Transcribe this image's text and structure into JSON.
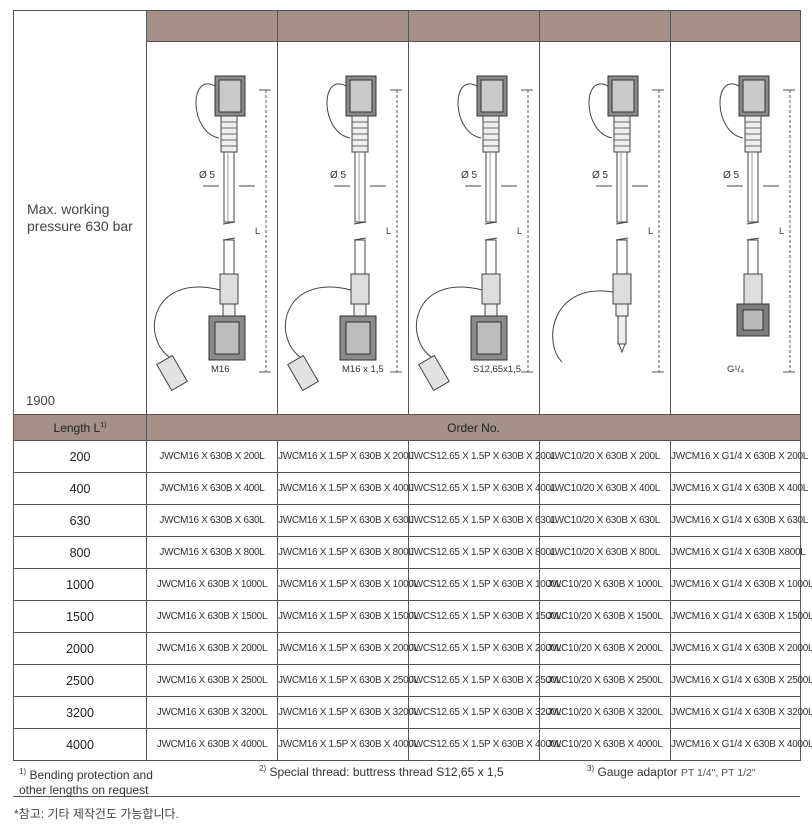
{
  "header": {
    "pressure_line1": "Max. working",
    "pressure_line2": "pressure  630 bar",
    "year": "1900"
  },
  "drawings": [
    {
      "dia": "Ø 5",
      "length": "L",
      "thread": "M16"
    },
    {
      "dia": "Ø 5",
      "length": "L",
      "thread": "M16 x 1,5"
    },
    {
      "dia": "Ø 5",
      "length": "L",
      "thread": "S12,65x1,5"
    },
    {
      "dia": "Ø 5",
      "length": "L",
      "thread": ""
    },
    {
      "dia": "Ø 5",
      "length": "L",
      "thread": "G¹/₄"
    }
  ],
  "table": {
    "col_length": "Length L",
    "col_length_sup": "1)",
    "col_order": "Order No.",
    "rows": [
      {
        "len": "200",
        "orders": [
          "JWCM16 X 630B X 200L",
          "JWCM16 X 1.5P X 630B X 200L",
          "JWCS12.65 X 1.5P X 630B X 200L",
          "JWC10/20 X 630B X 200L",
          "JWCM16 X G1/4 X 630B X 200L"
        ]
      },
      {
        "len": "400",
        "orders": [
          "JWCM16 X 630B X 400L",
          "JWCM16 X 1.5P X 630B X 400L",
          "JWCS12.65 X 1.5P X 630B X 400L",
          "JWC10/20 X 630B X 400L",
          "JWCM16 X G1/4 X 630B X 400L"
        ]
      },
      {
        "len": "630",
        "orders": [
          "JWCM16 X 630B X 630L",
          "JWCM16 X 1.5P X 630B X 630L",
          "JWCS12.65 X 1.5P X 630B X 630L",
          "JWC10/20 X 630B X 630L",
          "JWCM16 X G1/4 X 630B X 630L"
        ]
      },
      {
        "len": "800",
        "orders": [
          "JWCM16 X 630B X 800L",
          "JWCM16 X 1.5P X 630B X 800L",
          "JWCS12.65 X 1.5P X 630B X 800L",
          "JWC10/20 X 630B X 800L",
          "JWCM16 X G1/4 X 630B X800L"
        ]
      },
      {
        "len": "1000",
        "orders": [
          "JWCM16 X 630B X 1000L",
          "JWCM16 X 1.5P X 630B X 1000L",
          "JWCS12.65 X 1.5P X 630B X 1000L",
          "JWC10/20 X 630B X 1000L",
          "JWCM16 X G1/4 X 630B X 1000L"
        ]
      },
      {
        "len": "1500",
        "orders": [
          "JWCM16 X 630B X 1500L",
          "JWCM16 X 1.5P X 630B X 1500L",
          "JWCS12.65 X 1.5P X 630B X 1500L",
          "JWC10/20 X 630B X 1500L",
          "JWCM16 X G1/4 X 630B X 1500L"
        ]
      },
      {
        "len": "2000",
        "orders": [
          "JWCM16 X 630B X 2000L",
          "JWCM16 X 1.5P X 630B X 2000L",
          "JWCS12.65 X 1.5P X 630B X 2000L",
          "JWC10/20 X 630B X 2000L",
          "JWCM16 X G1/4 X 630B X 2000L"
        ]
      },
      {
        "len": "2500",
        "orders": [
          "JWCM16 X 630B X 2500L",
          "JWCM16 X 1.5P X 630B X 2500L",
          "JWCS12.65 X 1.5P X 630B X 2500L",
          "JWC10/20 X 630B X 2500L",
          "JWCM16 X G1/4 X 630B X 2500L"
        ]
      },
      {
        "len": "3200",
        "orders": [
          "JWCM16 X 630B X 3200L",
          "JWCM16 X 1.5P X 630B X 3200L",
          "JWCS12.65 X 1.5P X 630B X 3200L",
          "JWC10/20 X 630B X 3200L",
          "JWCM16 X G1/4 X 630B X 3200L"
        ]
      },
      {
        "len": "4000",
        "orders": [
          "JWCM16 X 630B X 4000L",
          "JWCM16 X 1.5P X 630B X 4000L",
          "JWCS12.65 X 1.5P X 630B X 4000L",
          "JWC10/20 X 630B X 4000L",
          "JWCM16 X G1/4 X 630B X 4000L"
        ]
      }
    ]
  },
  "footnotes": {
    "f1_mark": "1)",
    "f1_line1": "Bending protection and",
    "f1_line2": "other lengths on request",
    "f2_mark": "2)",
    "f2_text": "Special thread: buttress thread S12,65 x 1,5",
    "f3_mark": "3)",
    "f3_text": "Gauge adaptor",
    "f3_values": "PT 1/4\", PT 1/2\""
  },
  "note": "*참고: 기타 제작건도 가능합니다.",
  "colors": {
    "header_band": "#a59088",
    "border": "#555555"
  }
}
